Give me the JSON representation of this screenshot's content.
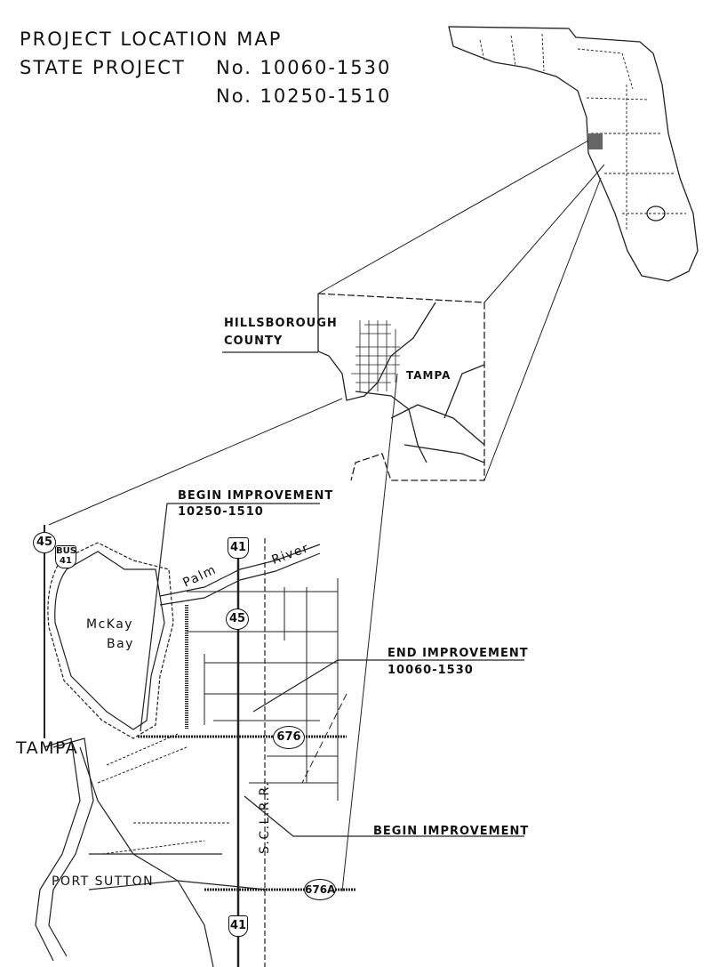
{
  "title": {
    "line1": "PROJECT LOCATION MAP",
    "line2_prefix": "STATE PROJECT",
    "project_1": "No. 10060-1530",
    "project_2": "No. 10250-1510"
  },
  "county_map": {
    "county_label_1": "HILLSBOROUGH",
    "county_label_2": "COUNTY",
    "city": "TAMPA"
  },
  "detail_map": {
    "begin_improvement_1": "BEGIN IMPROVEMENT",
    "begin_improvement_1_project": "10250-1510",
    "end_improvement": "END IMPROVEMENT",
    "end_improvement_project": "10060-1530",
    "begin_improvement_2": "BEGIN IMPROVEMENT",
    "city": "TAMPA",
    "bay": [
      "McKay",
      "Bay"
    ],
    "river": [
      "Palm",
      "River"
    ],
    "port": "PORT SUTTON",
    "railroad": "S.C.L.R.R.",
    "shields": {
      "sr45_left": "45",
      "bus41_top": "BUS",
      "bus41_num": "41",
      "us41_top": "41",
      "sr45_mid": "45",
      "sr676": "676",
      "sr676a": "676A",
      "us41_bottom": "41"
    }
  }
}
